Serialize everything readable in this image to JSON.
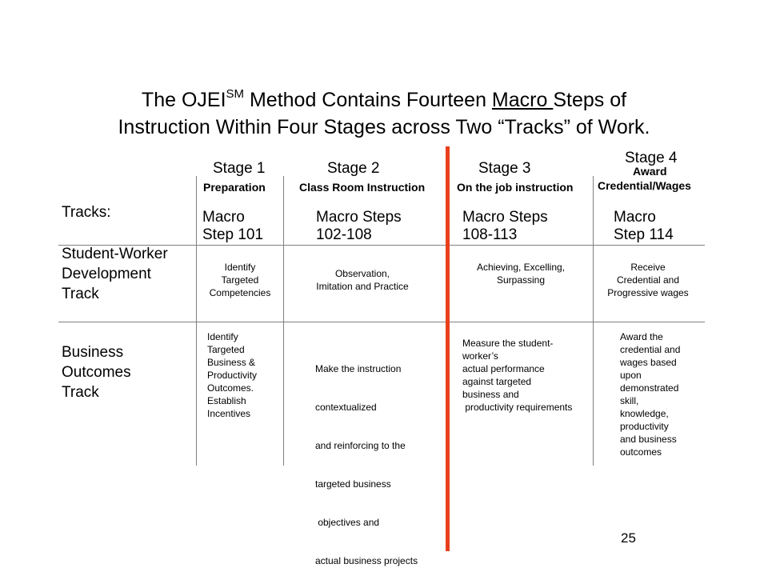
{
  "title": {
    "line1_pre": "The OJEI",
    "line1_sup": "SM",
    "line1_mid": " Method Contains Fourteen ",
    "line1_underlined": "Macro ",
    "line1_post": "Steps of",
    "line2": "Instruction Within Four Stages across Two “Tracks” of Work."
  },
  "stages": [
    {
      "label": "Stage 1",
      "sub": "Preparation"
    },
    {
      "label": "Stage 2",
      "sub": "Class Room Instruction"
    },
    {
      "label": "Stage 3",
      "sub": "On the job instruction"
    },
    {
      "label": "Stage 4",
      "sub_line1": "Award",
      "sub_line2": "Credential/Wages"
    }
  ],
  "tracks_label": "Tracks:",
  "macro_steps": [
    {
      "line1": "Macro",
      "line2": "Step 101"
    },
    {
      "line1": "Macro Steps",
      "line2": "102-108"
    },
    {
      "line1": "Macro Steps",
      "line2": "108-113"
    },
    {
      "line1": "Macro",
      "line2": "Step 114"
    }
  ],
  "student_track": {
    "label_lines": [
      "Student-Worker",
      "Development",
      "Track"
    ],
    "cells": [
      [
        "Identify",
        "Targeted",
        "Competencies"
      ],
      [
        "Observation,",
        "Imitation and Practice"
      ],
      [
        "Achieving, Excelling,",
        "Surpassing"
      ],
      [
        "Receive",
        "Credential and",
        "Progressive wages"
      ]
    ]
  },
  "business_track": {
    "label_lines": [
      "Business",
      "Outcomes",
      "Track"
    ],
    "cells": [
      [
        "Identify",
        "Targeted",
        "Business &",
        "Productivity",
        "Outcomes.",
        "Establish",
        "Incentives"
      ],
      [
        "Make the instruction",
        "contextualized",
        "and reinforcing to the",
        "targeted business",
        " objectives and",
        "actual business projects"
      ],
      [
        "Measure the student-",
        "worker’s",
        "actual performance",
        "against targeted",
        "business and",
        " productivity requirements"
      ],
      [
        "Award the",
        "credential and",
        "wages based",
        "upon",
        "demonstrated",
        "skill,",
        "knowledge,",
        "productivity",
        "and business",
        "outcomes"
      ]
    ]
  },
  "page_number": "25",
  "colors": {
    "divider": "#e8401c",
    "grid": "#808080"
  }
}
